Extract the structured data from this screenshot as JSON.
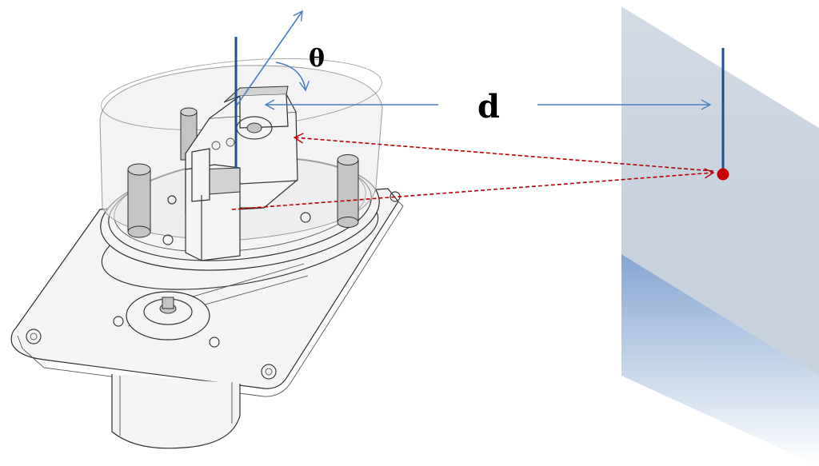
{
  "labels": {
    "angle": "θ",
    "distance": "d"
  },
  "colors": {
    "axis_line": "#1f4f8f",
    "arrow": "#4a7ec2",
    "beam": "#b80000",
    "target_dot": "#c80000",
    "wall_top": "#c9d3df",
    "wall_bottom": "#7ea0cf"
  },
  "icons": {
    "device": "lidar-scanner-mechanism",
    "target": "target-point"
  }
}
